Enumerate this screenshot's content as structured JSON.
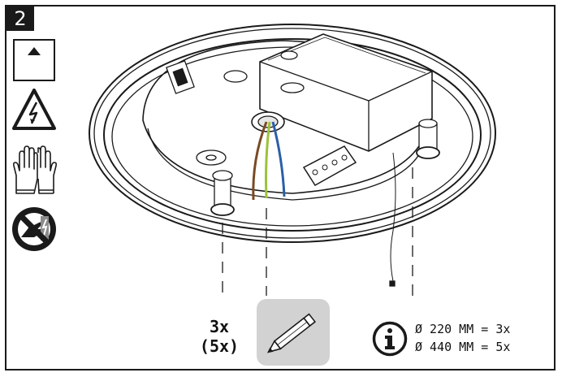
{
  "step": {
    "number": "2"
  },
  "sidebar": {
    "icons": [
      {
        "name": "open-up-arrow-icon"
      },
      {
        "name": "electrical-hazard-warning-icon"
      },
      {
        "name": "protective-gloves-icon"
      },
      {
        "name": "do-not-touch-live-icon"
      }
    ]
  },
  "quantity": {
    "standard": "3x",
    "large": "(5x)"
  },
  "note": {
    "icon": "info-icon",
    "line1": "Ø 220 MM = 3x",
    "line2": "Ø 440 MM = 5x"
  },
  "colors": {
    "outline": "#1a1a1a",
    "tile": "#d2d2d2",
    "wire_brown": "#7a4a24",
    "wire_yellow_green": "#9cc23a",
    "wire_blue": "#2b5fa8"
  }
}
